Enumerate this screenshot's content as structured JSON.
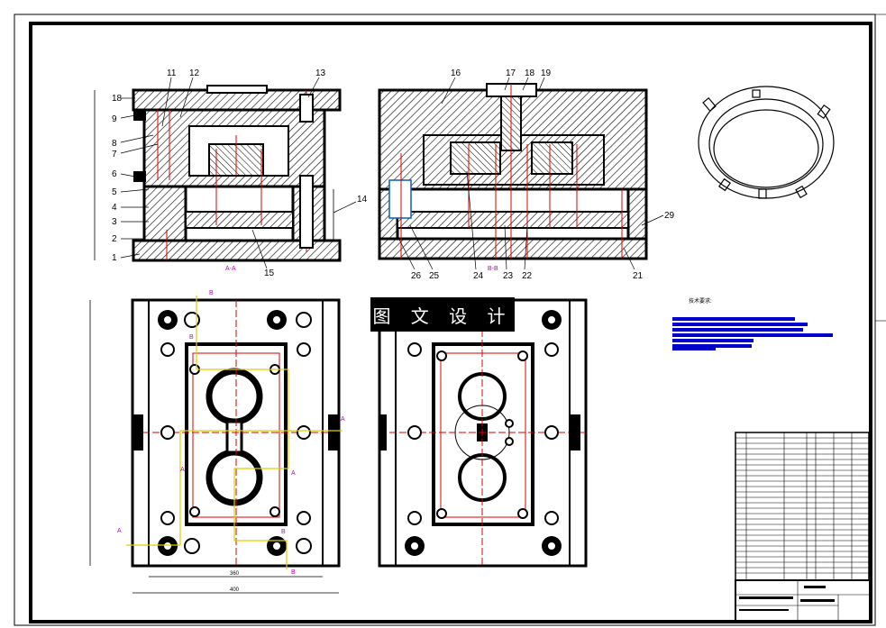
{
  "drawing": {
    "banner_text": "图 文 设 计",
    "technical_requirements_title": "技术要求:",
    "section_labels": {
      "aa": "A-A",
      "bb": "B-B"
    },
    "cut_markers": {
      "a": "A",
      "b": "B"
    },
    "part_callouts": {
      "left_view": [
        "18",
        "9",
        "8",
        "7",
        "6",
        "5",
        "4",
        "3",
        "2",
        "1",
        "11",
        "12",
        "13",
        "14",
        "15"
      ],
      "right_view": [
        "16",
        "17",
        "18",
        "19",
        "29",
        "21",
        "22",
        "23",
        "24",
        "25",
        "26"
      ]
    },
    "dimensions": {
      "plan_width_inner": "360",
      "plan_width_outer": "400"
    },
    "title_block": {
      "drawing_name": ""
    },
    "colors": {
      "outline": "#000000",
      "hatch": "#000000",
      "centerline": "#e00000",
      "leader": "#c000c0",
      "marker": "#e0d000",
      "requirements": "#0000c8"
    }
  }
}
